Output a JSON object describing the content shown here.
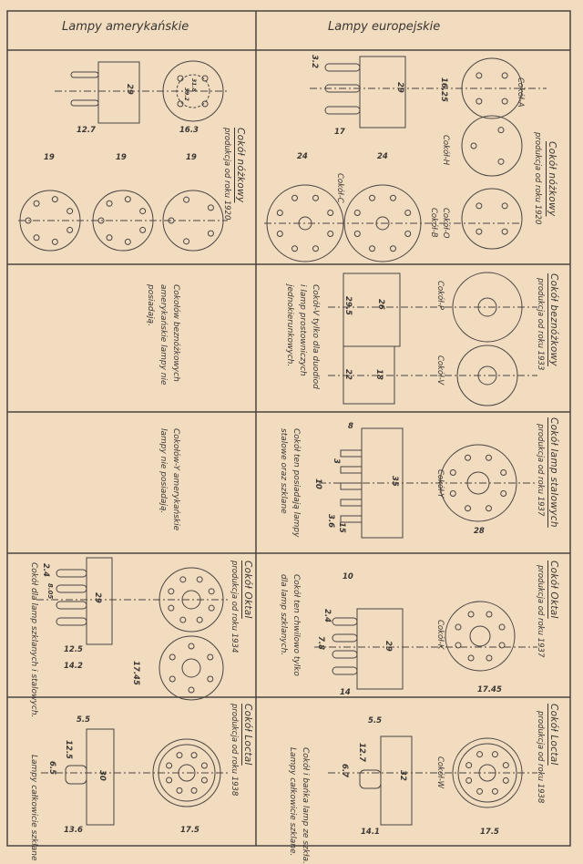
{
  "header": {
    "left": "Lampy amerykańskie",
    "right": "Lampy europejskie"
  },
  "row1": {
    "left": {
      "title": "Cokół nóżkowy",
      "subtitle": "produkcja od roku 1920",
      "dims": {
        "height": "29",
        "pin": "12.7",
        "circle": "16.3",
        "inner_a": "31.8",
        "inner_b": "39.2",
        "w1": "19",
        "w2": "19",
        "w3": "19"
      }
    },
    "right": {
      "title": "Cokół nóżkowy",
      "subtitle": "produkcja od roku 1920",
      "labels": {
        "a": "Cokół-A",
        "h": "Cokół-H",
        "o": "Cokół-O",
        "b": "Cokół-B",
        "c": "Cokół-C"
      },
      "dims": {
        "pin": "3.2",
        "height": "29",
        "circle": "16.25",
        "len": "17",
        "w1": "24",
        "w2": "24"
      }
    }
  },
  "row2": {
    "left": {
      "note": [
        "Cokołów beznóżkowych",
        "amerykańskie lampy nie",
        "posiadają."
      ]
    },
    "right": {
      "title": "Cokół beznóżkowy",
      "subtitle": "produkcja od roku 1933",
      "labels": {
        "p": "Cokół-P",
        "v": "Cokół-V"
      },
      "note": [
        "Cokół-V tylko dla duodiod",
        "i lamp prostowniczych",
        "jednokierunkowych."
      ],
      "dims": {
        "a": "29.5",
        "b": "26",
        "c": "22",
        "d": "18"
      }
    }
  },
  "row3": {
    "left": {
      "note": [
        "Cokołów-Y amerykańskie",
        "lampy nie posiadają."
      ]
    },
    "right": {
      "title": "Cokół lamp stalowych",
      "subtitle": "produkcja od roku 1937",
      "labels": {
        "y": "Cokół-Y"
      },
      "note": [
        "Cokół ten posiadają lampy",
        "stalowe oraz szklane"
      ],
      "dims": {
        "a": "8",
        "b": "3",
        "c": "10",
        "d": "35",
        "e": "3.6",
        "f": "15",
        "g": "28"
      }
    }
  },
  "row4": {
    "left": {
      "title": "Cokół Oktal",
      "subtitle": "produkcja od roku 1934",
      "note": [
        "Cokół dla lamp szklanych i stalowych."
      ],
      "dims": {
        "a": "2.4",
        "b": "8.05",
        "c": "29",
        "d": "12.5",
        "e": "14.2",
        "f": "17.45"
      }
    },
    "right": {
      "title": "Cokół Oktal",
      "subtitle": "produkcja od roku 1937",
      "labels": {
        "k": "Cokół-K"
      },
      "note": [
        "Cokół ten chwilowo tylko",
        "dla lamp szklanych."
      ],
      "dims": {
        "a": "10",
        "b": "2.4",
        "c": "7.8",
        "d": "29",
        "e": "14",
        "f": "17.45"
      }
    }
  },
  "row5": {
    "left": {
      "title": "Cokół Loctal",
      "subtitle": "produkcja od roku 1938",
      "note": [
        "Lampy całkowicie szklane"
      ],
      "dims": {
        "a": "5.5",
        "b": "12.5",
        "c": "6.5",
        "d": "30",
        "e": "13.6",
        "f": "17.5"
      }
    },
    "right": {
      "title": "Cokół Loctal",
      "subtitle": "produkcja od roku 1938",
      "labels": {
        "w": "Cokół-W"
      },
      "note": [
        "Cokół i bańka lamp ze szkła.",
        "Lampy całkowicie szklane."
      ],
      "dims": {
        "a": "5.5",
        "b": "12.7",
        "c": "6.7",
        "d": "32",
        "e": "14.1",
        "f": "17.5"
      }
    }
  }
}
